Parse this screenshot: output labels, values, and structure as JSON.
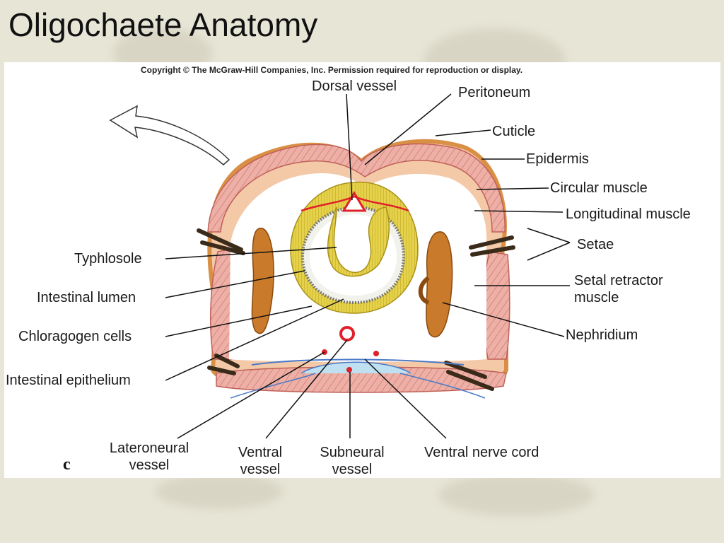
{
  "slide": {
    "title": "Oligochaete Anatomy"
  },
  "figure": {
    "copyright": "Copyright © The McGraw-Hill Companies, Inc. Permission required for reproduction or display.",
    "panel_letter": "c",
    "labels": {
      "dorsal_vessel": "Dorsal vessel",
      "peritoneum": "Peritoneum",
      "cuticle": "Cuticle",
      "epidermis": "Epidermis",
      "circular_muscle": "Circular muscle",
      "longitudinal_muscle": "Longitudinal muscle",
      "setae": "Setae",
      "setal_retractor_muscle_1": "Setal retractor",
      "setal_retractor_muscle_2": "muscle",
      "nephridium": "Nephridium",
      "typhlosole": "Typhlosole",
      "intestinal_lumen": "Intestinal lumen",
      "chloragogen_cells": "Chloragogen cells",
      "intestinal_epithelium": "Intestinal epithelium",
      "lateroneural_vessel_1": "Lateroneural",
      "lateroneural_vessel_2": "vessel",
      "ventral_vessel_1": "Ventral",
      "ventral_vessel_2": "vessel",
      "subneural_vessel_1": "Subneural",
      "subneural_vessel_2": "vessel",
      "ventral_nerve_cord": "Ventral nerve cord"
    }
  },
  "colors": {
    "muscle": "#e8a49a",
    "muscle_line": "#c0605a",
    "cuticle": "#e09b4a",
    "chloragogen": "#e3d04a",
    "nephridium": "#c97a2a",
    "vessel_red": "#e0202a",
    "nerve_blue": "#4a7ac8"
  }
}
